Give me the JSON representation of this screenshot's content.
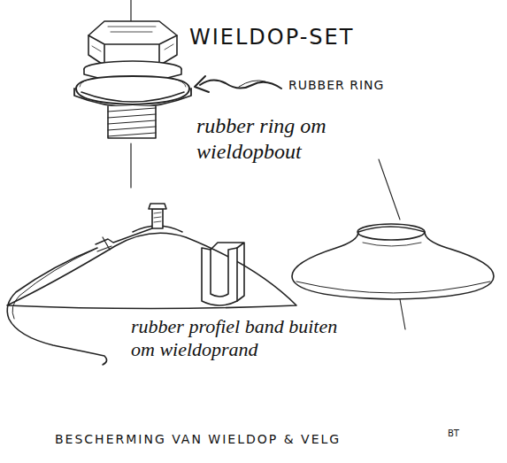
{
  "diagram": {
    "title": "WIELDOP-SET",
    "caption": "BESCHERMING VAN WIELDOP & VELG",
    "labels": [
      "RUBBER RING",
      "rubber ring om wieldopbout",
      "rubber profiel band buiten om wieldoprand",
      "BT"
    ]
  }
}
